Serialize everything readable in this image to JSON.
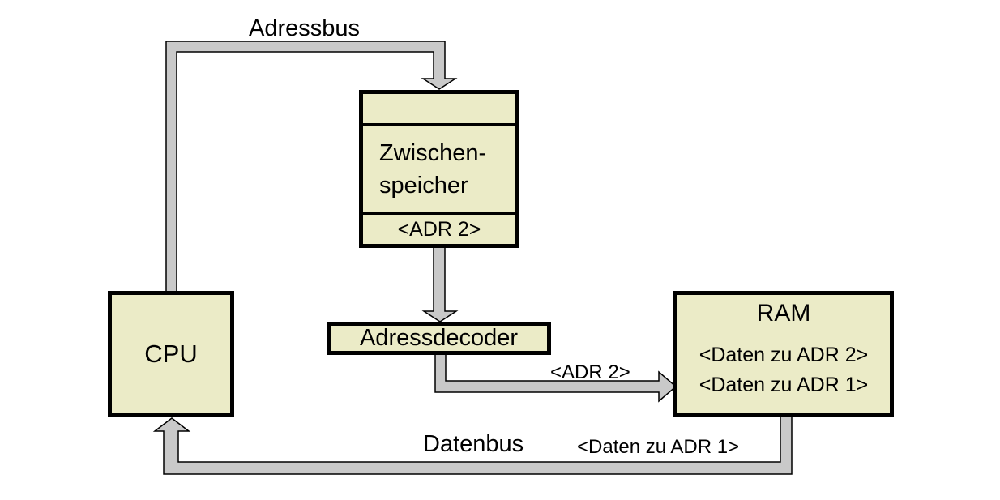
{
  "diagram": {
    "colors": {
      "background": "#ffffff",
      "box_fill": "#ebebc7",
      "box_border": "#000000",
      "bus_fill": "#c9c9c9",
      "bus_outline": "#000000"
    },
    "bus_labels": {
      "adressbus": "Adressbus",
      "datenbus": "Datenbus",
      "adr2_value": "<ADR 2>",
      "daten_adr1_value": "<Daten zu ADR 1>"
    },
    "cpu": {
      "label": "CPU"
    },
    "buffer": {
      "name_line1": "Zwischen-",
      "name_line2": "speicher",
      "slot_value": "<ADR 2>"
    },
    "decoder": {
      "label": "Adressdecoder"
    },
    "ram": {
      "title": "RAM",
      "row1": "<Daten zu ADR 2>",
      "row2": "<Daten zu ADR 1>"
    }
  }
}
